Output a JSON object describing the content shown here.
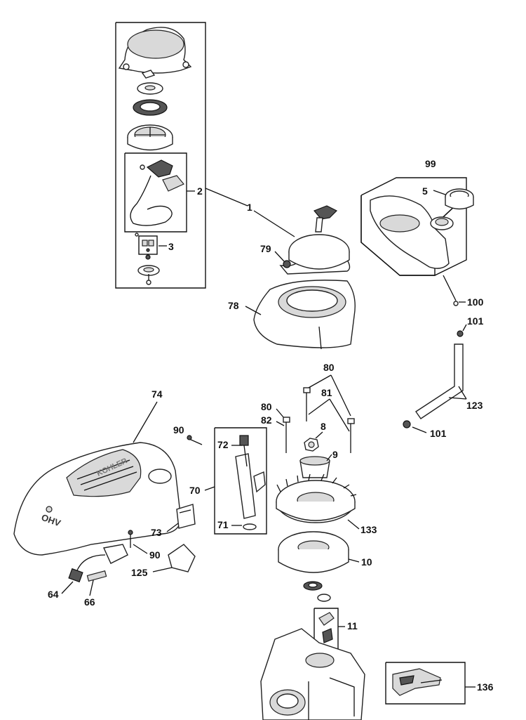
{
  "callouts": {
    "c1": "1",
    "c2": "2",
    "c3": "3",
    "c5": "5",
    "c8": "8",
    "c9": "9",
    "c10": "10",
    "c11": "11",
    "c64": "64",
    "c66": "66",
    "c70": "70",
    "c71": "71",
    "c72": "72",
    "c73": "73",
    "c74": "74",
    "c78": "78",
    "c79": "79",
    "c80a": "80",
    "c80b": "80",
    "c81": "81",
    "c82": "82",
    "c90a": "90",
    "c90b": "90",
    "c99": "99",
    "c100": "100",
    "c101a": "101",
    "c101b": "101",
    "c123": "123",
    "c125": "125",
    "c133": "133",
    "c136": "136"
  },
  "shroud_emboss": "KOHLER",
  "ohv_mark": "OHV"
}
